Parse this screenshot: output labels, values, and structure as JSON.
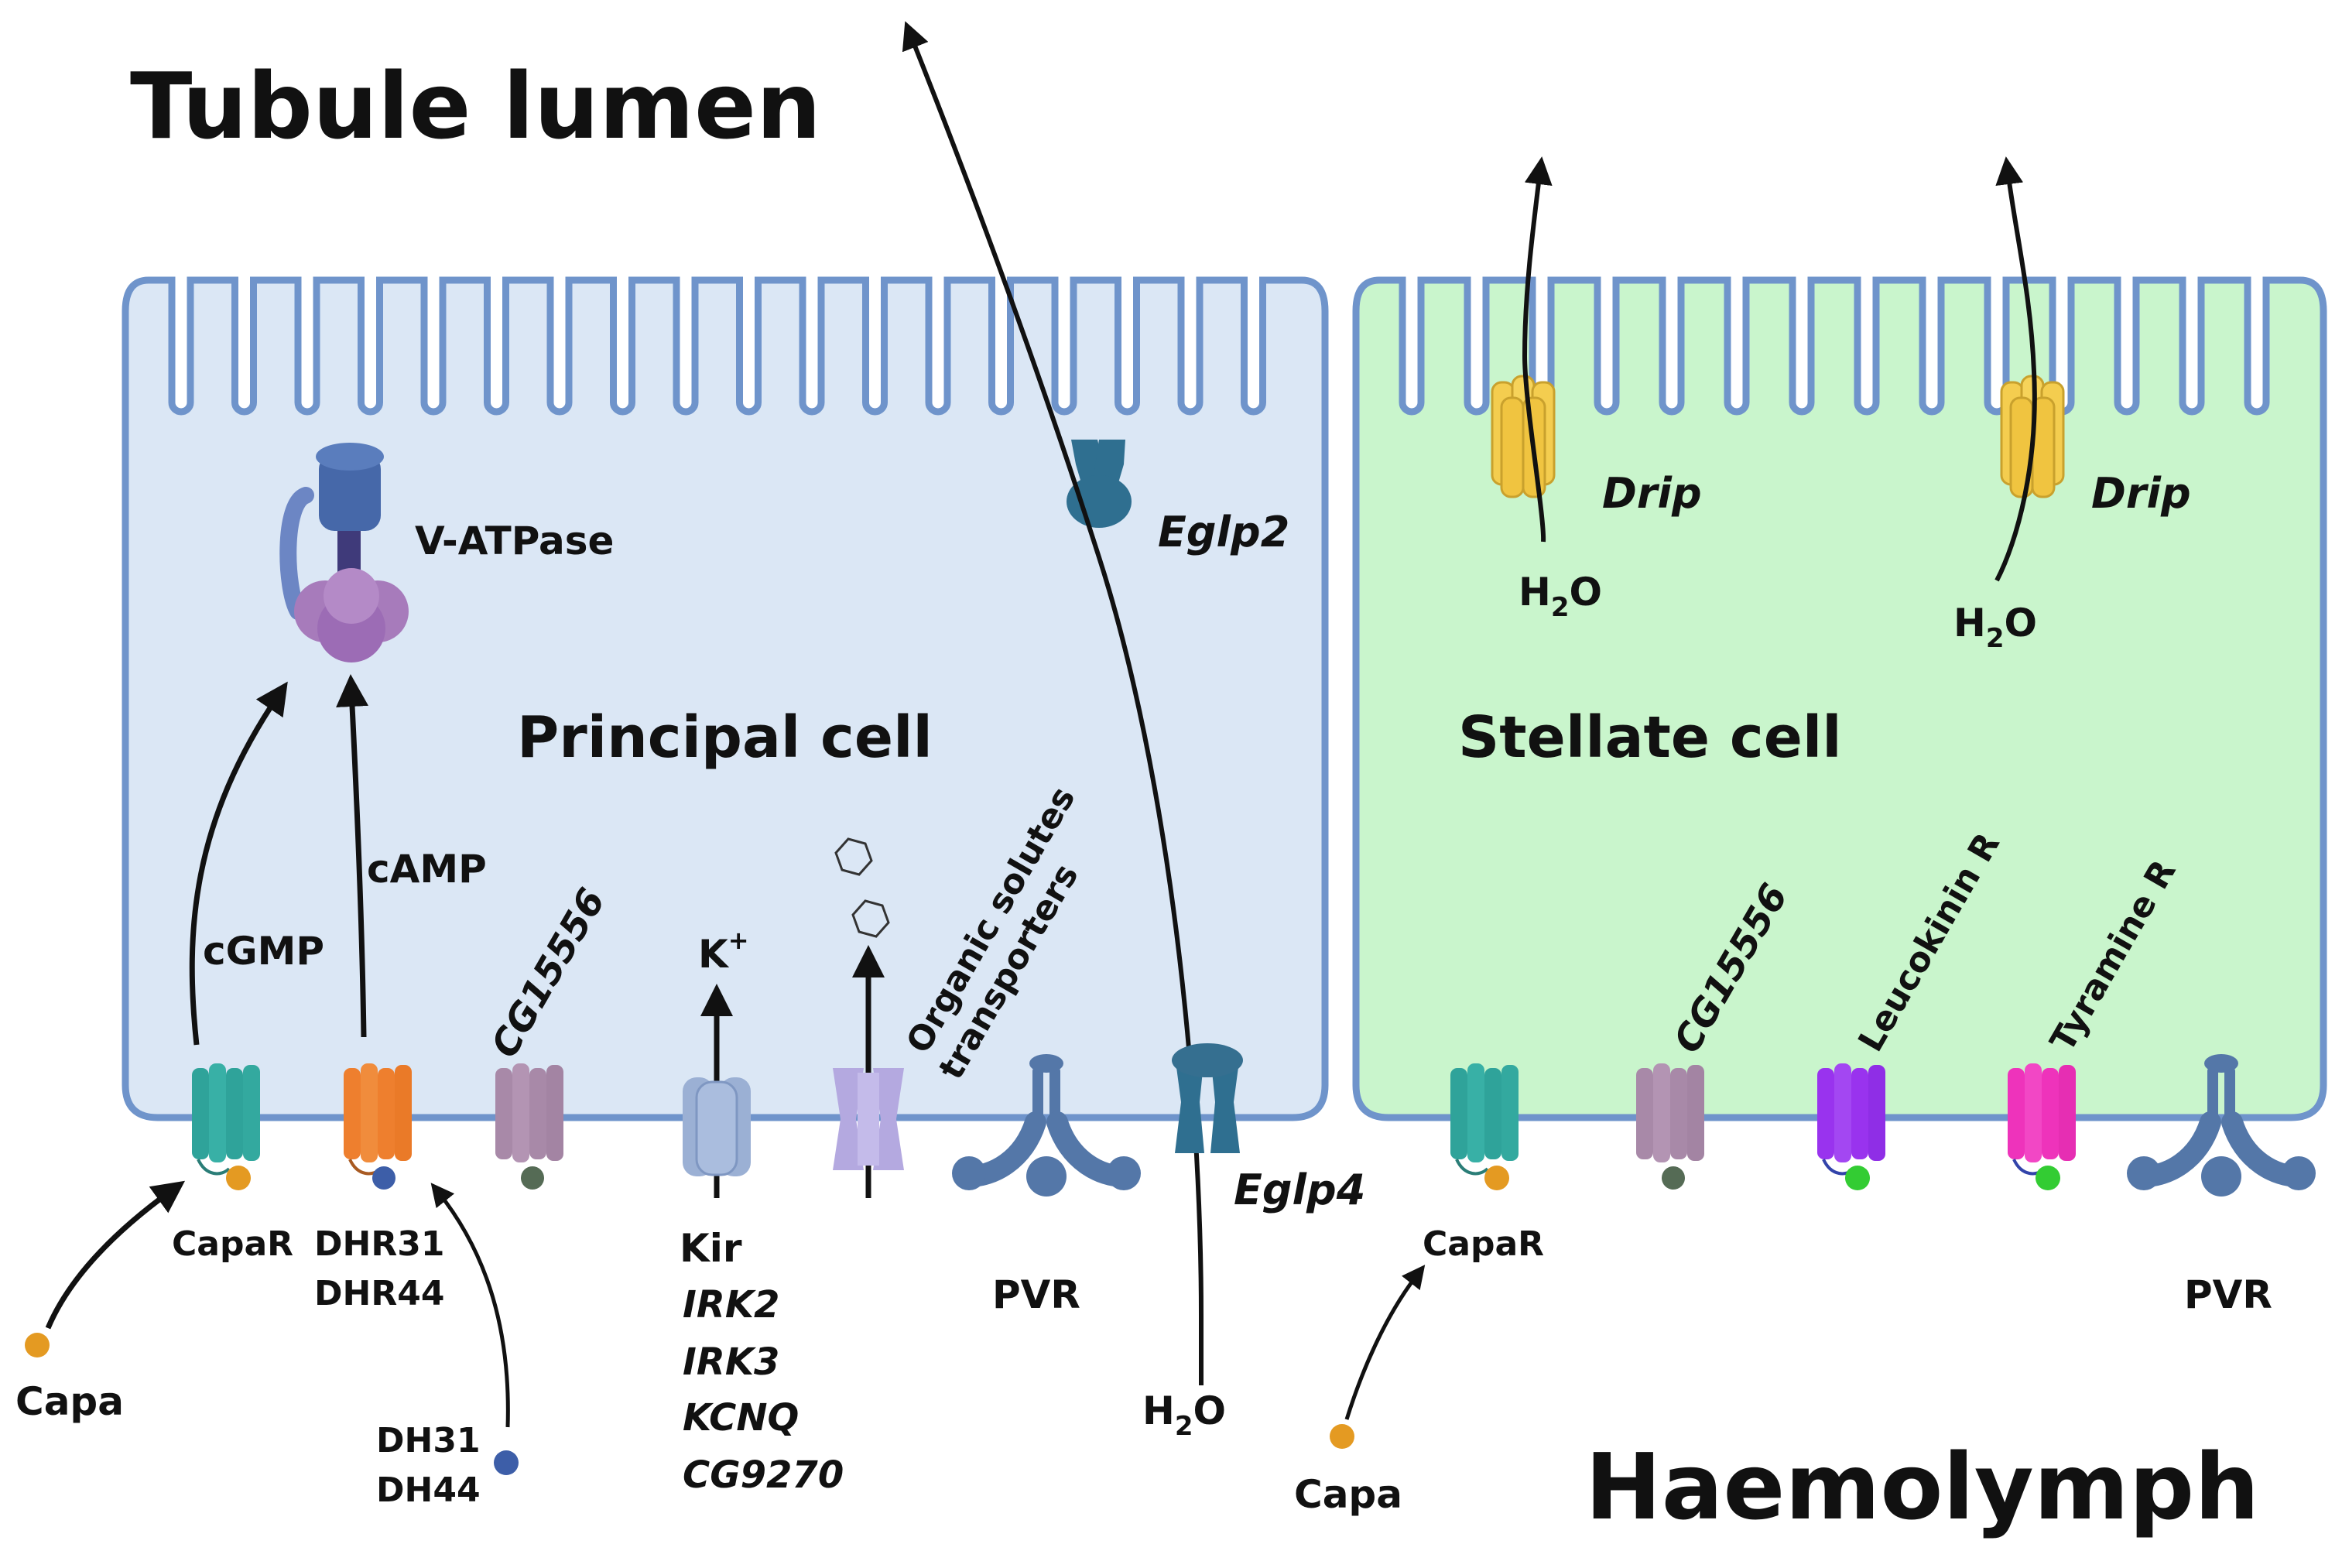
{
  "titles": {
    "lumen": "Tubule lumen",
    "haemolymph": "Haemolymph"
  },
  "cells": {
    "principal": "Principal cell",
    "stellate": "Stellate cell"
  },
  "labels": {
    "vatpase": "V-ATPase",
    "eglp2": "Eglp2",
    "eglp4": "Eglp4",
    "drip_left": "Drip",
    "drip_right": "Drip",
    "h2o_drip_left": "H",
    "h2o_drip_right": "H",
    "h2o_bottom": "H",
    "h2o_sub": "2",
    "h2o_o": "O",
    "cgmp": "cGMP",
    "camp": "cAMP",
    "cg15556_principal": "CG15556",
    "cg15556_stellate": "CG15556",
    "k_ion": "K",
    "k_sup": "+",
    "organic_line1": "Organic solutes",
    "organic_line2": "transporters",
    "leucokinin": "Leucokinin R",
    "tyramine": "Tyramine R",
    "capar_principal": "CapaR",
    "capar_stellate": "CapaR",
    "dhr31": "DHR31",
    "dhr44": "DHR44",
    "capa_principal": "Capa",
    "capa_stellate": "Capa",
    "dh31": "DH31",
    "dh44": "DH44",
    "kir": "Kir",
    "irk2": "IRK2",
    "irk3": "IRK3",
    "kcnq": "KCNQ",
    "cg9270": "CG9270",
    "pvr_principal": "PVR",
    "pvr_stellate": "PVR"
  },
  "colors": {
    "principal_fill": "#dbe7f5",
    "stellate_fill": "#c9f5cc",
    "membrane": "#6f94cb",
    "capar": "#2fa39a",
    "dhr": "#ee7f2e",
    "cg15556": "#a889a8",
    "kir": "#9bb0d4",
    "organic": "#b4a9e0",
    "pvr": "#5477a8",
    "eglp": "#2f6f90",
    "vatpase_top": "#4668a9",
    "vatpase_bottom": "#a77bbb",
    "drip": "#f4cd4f",
    "leucokinin": "#9933ee",
    "tyramine": "#ee33bb",
    "capa_ligand": "#e49a22",
    "dh_ligand": "#3d5ea8",
    "ligand_green": "#33cc33"
  },
  "icons": [
    "arrow-icon",
    "hexagon-icon",
    "receptor-icon",
    "channel-icon"
  ]
}
